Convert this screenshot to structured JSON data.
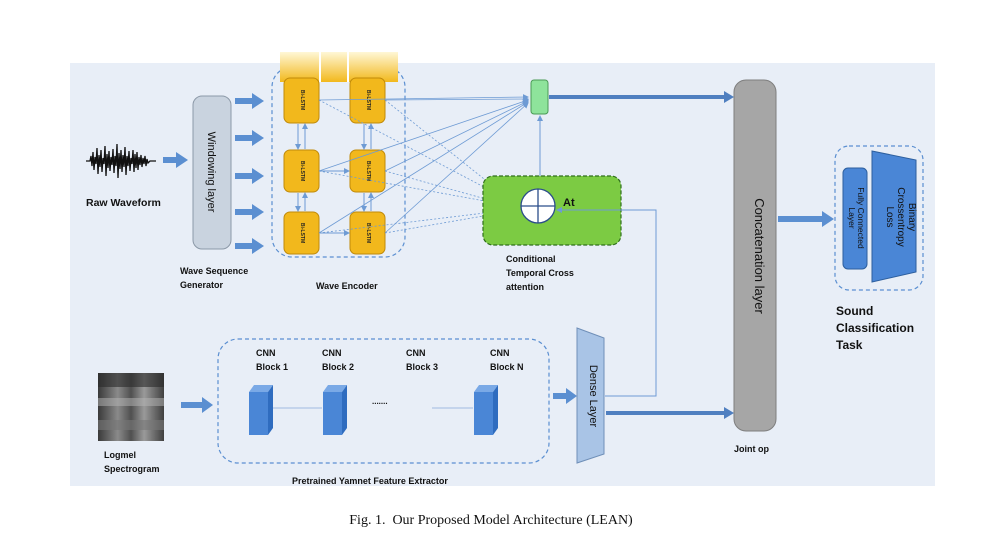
{
  "figure": {
    "caption": "Fig. 1.  Our Proposed Model Architecture (LEAN)",
    "colors": {
      "panel_bg": "#e8eef7",
      "arrow_blue": "#5b8fd1",
      "lstm_fill": "#f2b81c",
      "attention_fill": "#7ccb43",
      "concat_fill": "#a6a6a6",
      "block_fill": "#4a86d6",
      "windowing_fill": "#c9d3df"
    },
    "inputs": {
      "raw_waveform": "Raw Waveform",
      "logmel_line1": "Logmel",
      "logmel_line2": "Spectrogram"
    },
    "windowing": {
      "box_label": "Windowing layer",
      "caption_line1": "Wave Sequence",
      "caption_line2": "Generator"
    },
    "wave_encoder": {
      "caption": "Wave Encoder",
      "cell_label": "Bi-LSTM"
    },
    "attention": {
      "symbol": "At",
      "caption_line1": "Conditional",
      "caption_line2": "Temporal Cross",
      "caption_line3": "attention"
    },
    "cnn": {
      "blocks": [
        {
          "line1": "CNN",
          "line2": "Block 1"
        },
        {
          "line1": "CNN",
          "line2": "Block 2"
        },
        {
          "line1": "CNN",
          "line2": "Block 3"
        },
        {
          "line1": "CNN",
          "line2": "Block N"
        }
      ],
      "ellipsis": ".......",
      "caption": "Pretrained Yamnet Feature Extractor"
    },
    "dense": {
      "label": "Dense Layer"
    },
    "concat": {
      "label": "Concatenation layer",
      "caption": "Joint op"
    },
    "classifier": {
      "fc_line1": "Fully Connected",
      "fc_line2": "Layer",
      "loss_line1": "Binary",
      "loss_line2": "Crossentropy",
      "loss_line3": "Loss",
      "caption_line1": "Sound",
      "caption_line2": "Classification",
      "caption_line3": "Task"
    }
  }
}
